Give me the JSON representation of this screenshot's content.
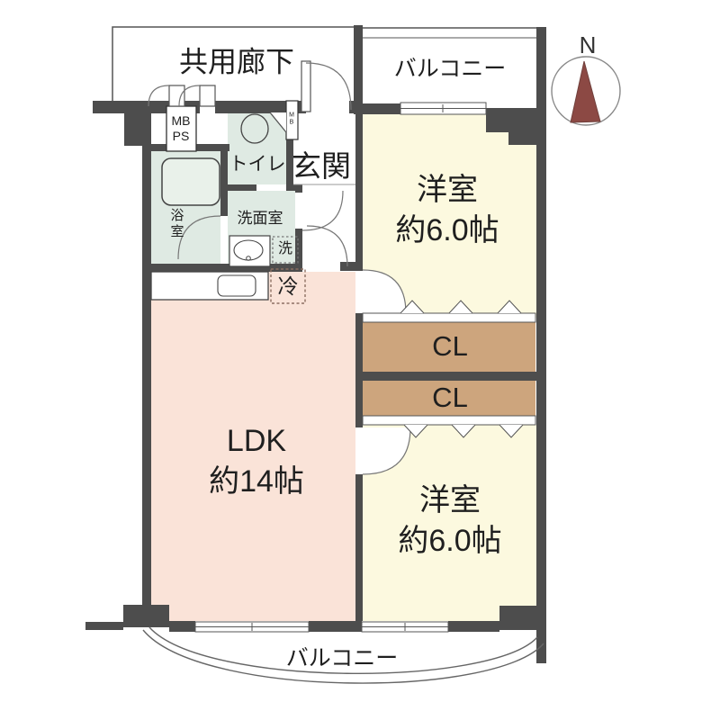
{
  "title": "2LDK apartment floor plan",
  "compass": {
    "north_label": "N",
    "arrow_color": "#8c4944"
  },
  "corridor": {
    "label": "共用廊下"
  },
  "balcony_top": {
    "label": "バルコニー"
  },
  "balcony_bottom": {
    "label": "バルコニー"
  },
  "rooms": {
    "mbps": {
      "line1": "MB",
      "line2": "PS"
    },
    "meter_box": {
      "line1": "M",
      "line2": "B"
    },
    "toilet": {
      "label": "トイレ"
    },
    "entrance": {
      "label": "玄関"
    },
    "bathroom": {
      "line1": "浴",
      "line2": "室"
    },
    "washroom": {
      "label": "洗面室"
    },
    "washer": {
      "label": "洗"
    },
    "fridge": {
      "label": "冷"
    },
    "bedroom_upper": {
      "name": "洋室",
      "size": "約6.0帖"
    },
    "closet_upper": {
      "label": "CL"
    },
    "closet_lower": {
      "label": "CL"
    },
    "bedroom_lower": {
      "name": "洋室",
      "size": "約6.0帖"
    },
    "ldk": {
      "name": "LDK",
      "size": "約14帖"
    }
  },
  "colors": {
    "wall": "#4d4d4d",
    "room_yellow": "#fcf9df",
    "room_pink": "#fae3d8",
    "room_mint": "#dfeae3",
    "closet_tan": "#cda57d",
    "north_arrow": "#8c4944"
  }
}
